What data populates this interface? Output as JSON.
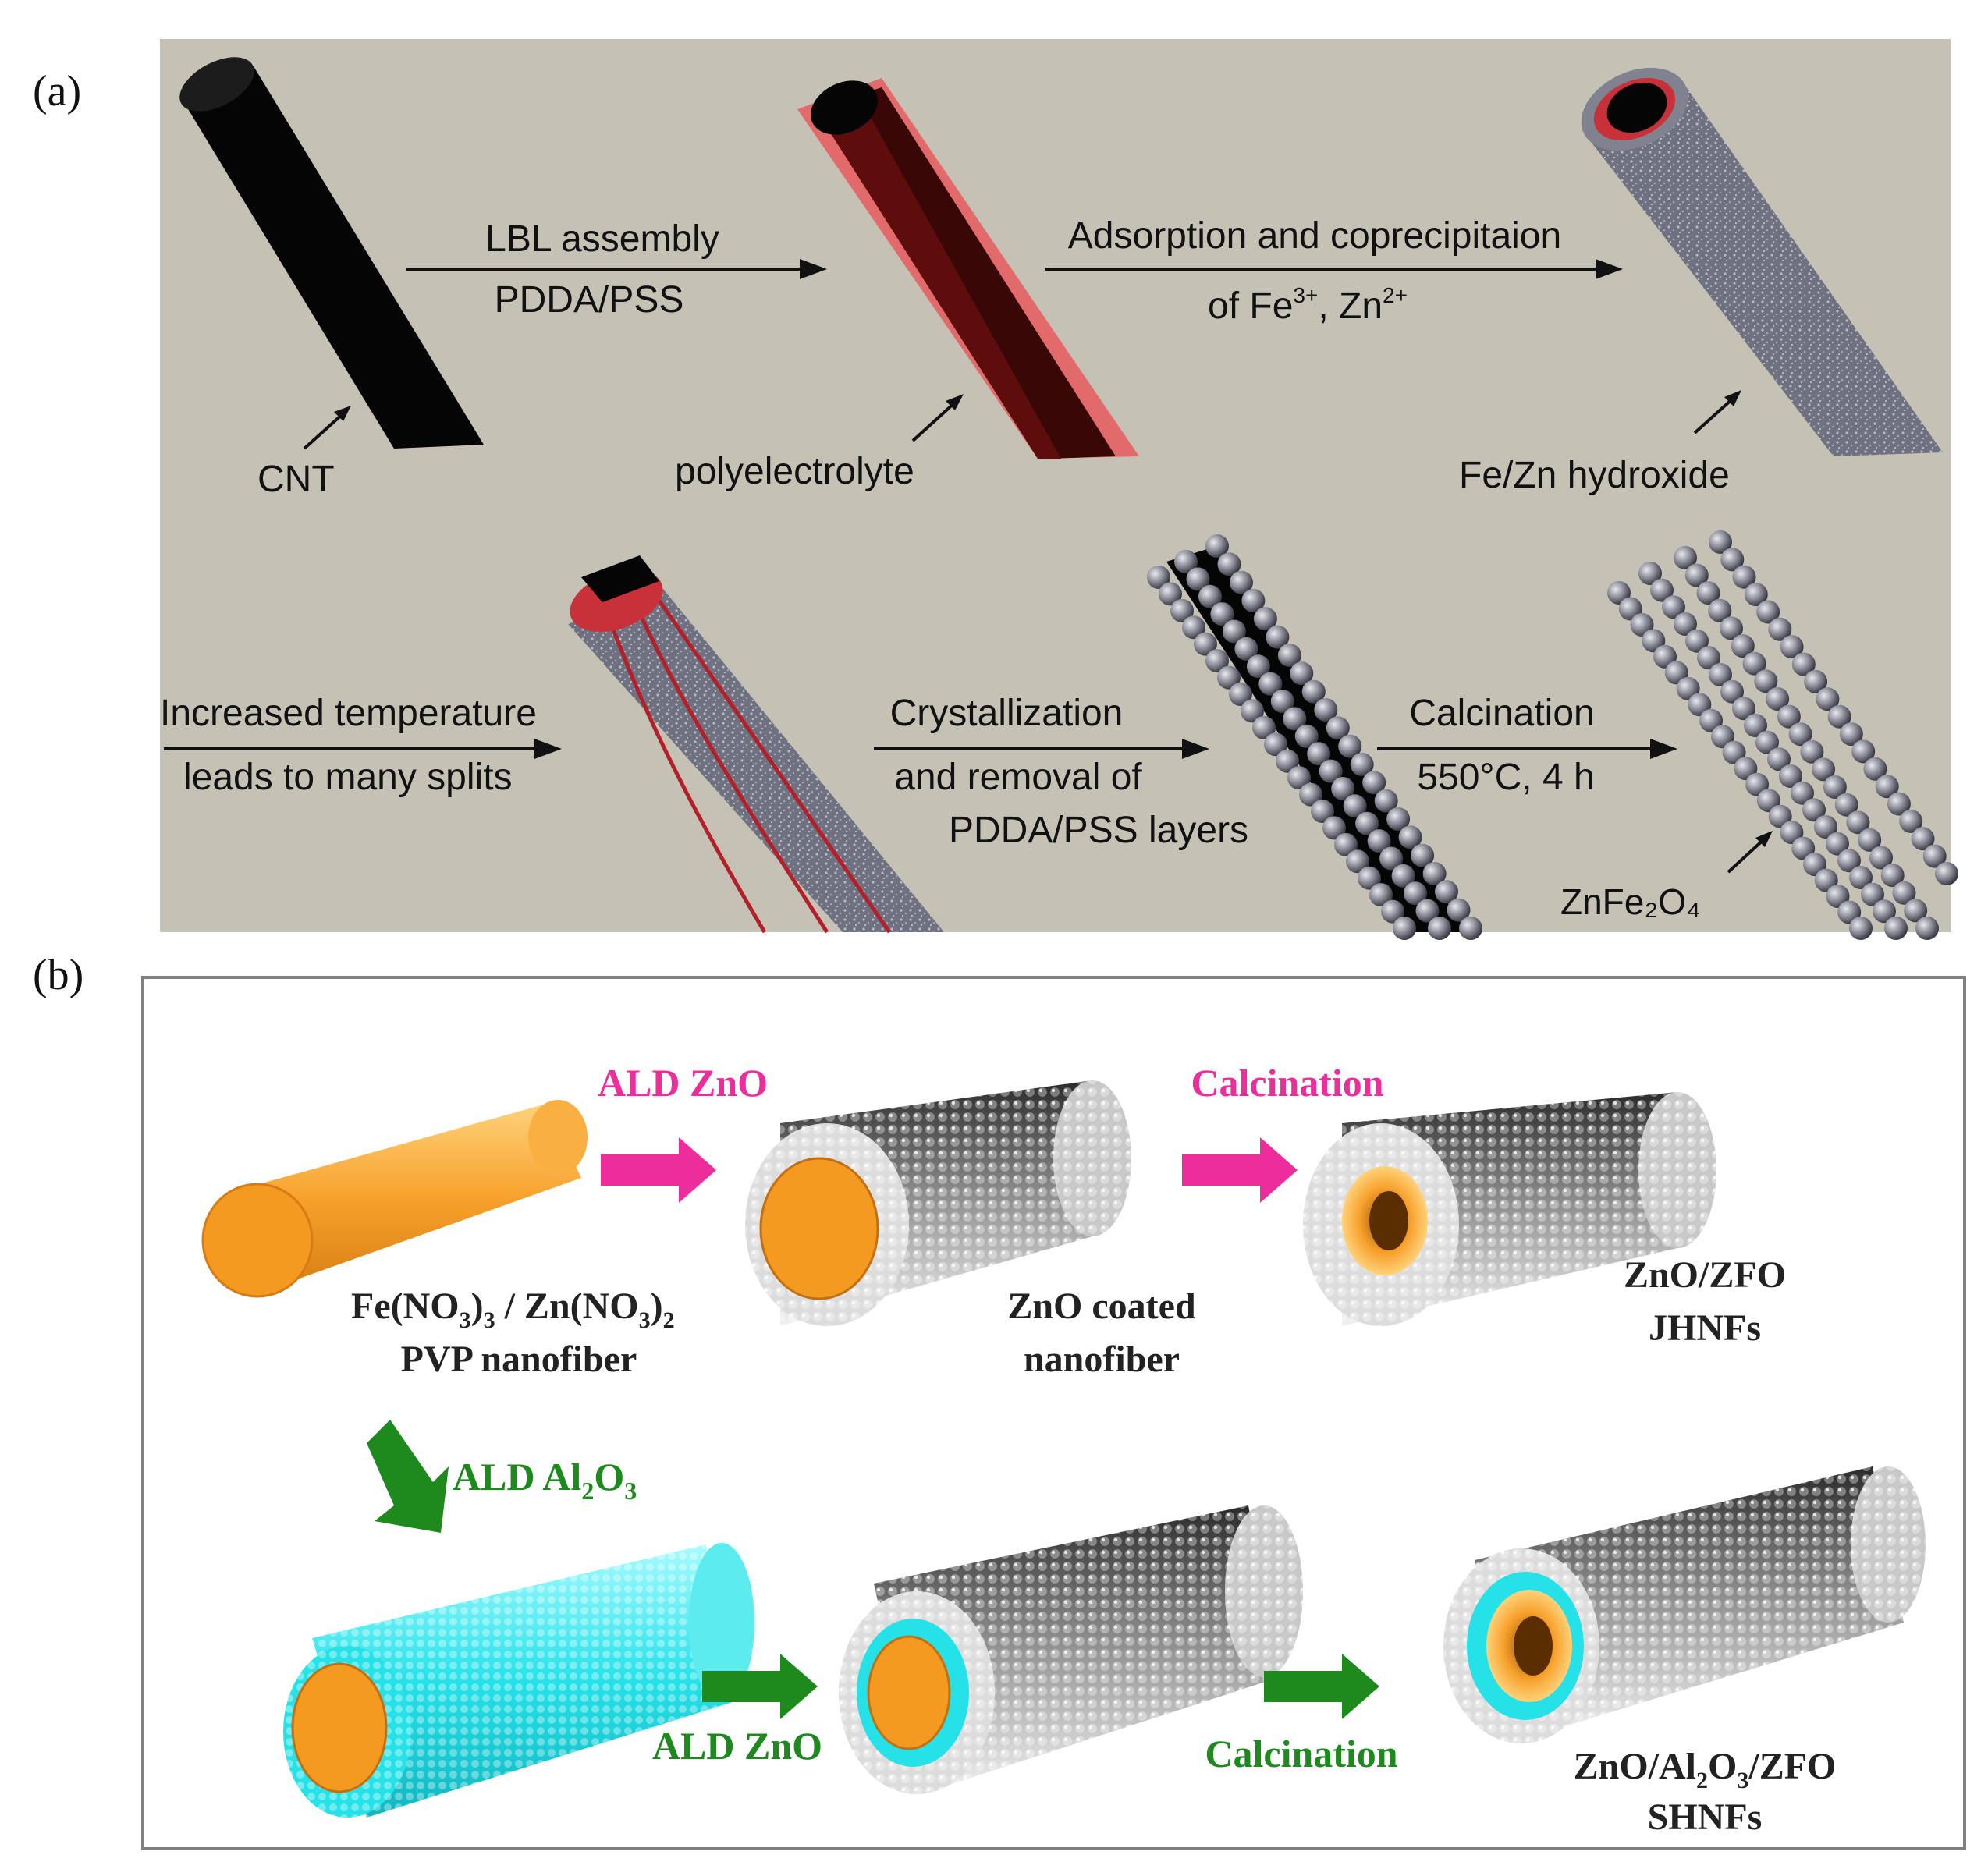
{
  "panel_a": {
    "label": "(a)",
    "background": "#c5c2b5",
    "objects": {
      "cnt": "CNT",
      "polyelectrolyte": "polyelectrolyte",
      "hydroxide": "Fe/Zn  hydroxide",
      "zfo_a": "ZnFe₂O₄"
    },
    "steps": {
      "s1_line1": "LBL assembly",
      "s1_line2": "PDDA/PSS",
      "s2_line1": "Adsorption and coprecipitaion",
      "s2_line2_prefix": "of Fe",
      "s2_sup1": "3+",
      "s2_mid": ", Zn",
      "s2_sup2": "2+",
      "s3_line1": "Increased temperature",
      "s3_line2": "leads to many splits",
      "s4_line1": "Crystallization",
      "s4_line2": "and removal of",
      "s4_line3": "PDDA/PSS layers",
      "s5_line1": "Calcination",
      "s5_line2": "550°C, 4 h"
    }
  },
  "panel_b": {
    "label": "(b)",
    "colors": {
      "magenta": "#ee2d9c",
      "green": "#1e8a1e",
      "orange": "#f7a12c",
      "cyan": "#25e2e8"
    },
    "steps": {
      "ald_zno_top": "ALD ZnO",
      "calc_top": "Calcination",
      "ald_al2o3_prefix": "ALD Al",
      "ald_al2o3_sub1": "2",
      "ald_al2o3_mid": "O",
      "ald_al2o3_sub2": "3",
      "ald_zno_bottom": "ALD ZnO",
      "calc_bottom": "Calcination"
    },
    "labels": {
      "pvp_l1_a": "Fe(NO",
      "pvp_l1_s1": "3",
      "pvp_l1_b": ")",
      "pvp_l1_s2": "3",
      "pvp_l1_c": " / Zn(NO",
      "pvp_l1_s3": "3",
      "pvp_l1_d": ")",
      "pvp_l1_s4": "2",
      "pvp_l2": "PVP nanofiber",
      "zno_l1": "ZnO coated",
      "zno_l2": "nanofiber",
      "jhnf_l1": "ZnO/ZFO",
      "jhnf_l2": "JHNFs",
      "shnf_l1_a": "ZnO/Al",
      "shnf_l1_s1": "2",
      "shnf_l1_b": "O",
      "shnf_l1_s2": "3",
      "shnf_l1_c": "/ZFO",
      "shnf_l2": "SHNFs"
    }
  }
}
